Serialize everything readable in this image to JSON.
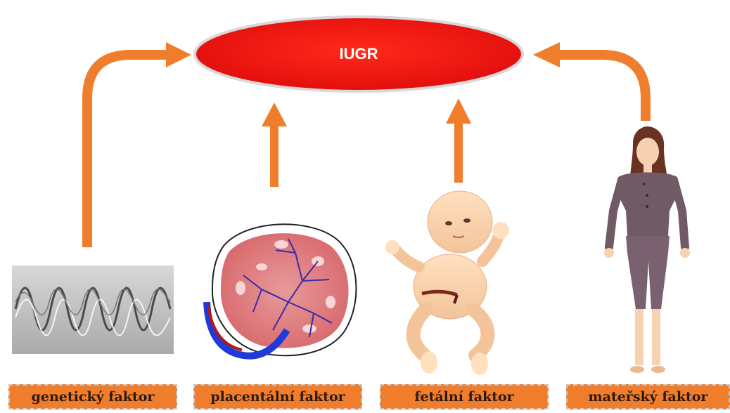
{
  "center": {
    "label": "IUGR"
  },
  "factors": [
    {
      "label": "genetický faktor"
    },
    {
      "label": "placentální faktor"
    },
    {
      "label": "fetální faktor"
    },
    {
      "label": "mateřský faktor"
    }
  ],
  "colors": {
    "ellipse": "#ee1111",
    "arrow": "#ef7d2c",
    "box": "#ef7d2c",
    "box_text": "#2a1a10"
  }
}
